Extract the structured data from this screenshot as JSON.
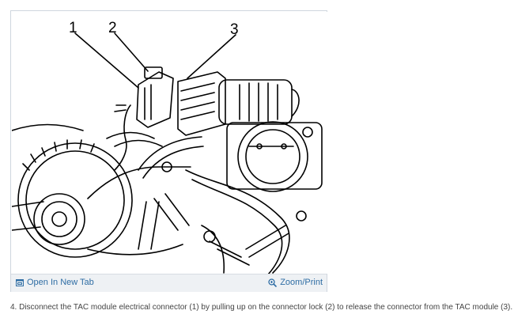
{
  "figure": {
    "callouts": [
      "1",
      "2",
      "3"
    ]
  },
  "toolbar": {
    "open_tab_label": "Open In New Tab",
    "zoom_label": "Zoom/Print",
    "open_tab_icon": "open-new-tab-icon",
    "zoom_icon": "magnifier-zoom-icon",
    "link_color": "#2e6da4",
    "toolbar_bg": "#eef1f4"
  },
  "caption": {
    "text": "4. Disconnect the TAC module electrical connector (1) by pulling up on the connector lock (2) to release the connector from the TAC module (3)."
  }
}
